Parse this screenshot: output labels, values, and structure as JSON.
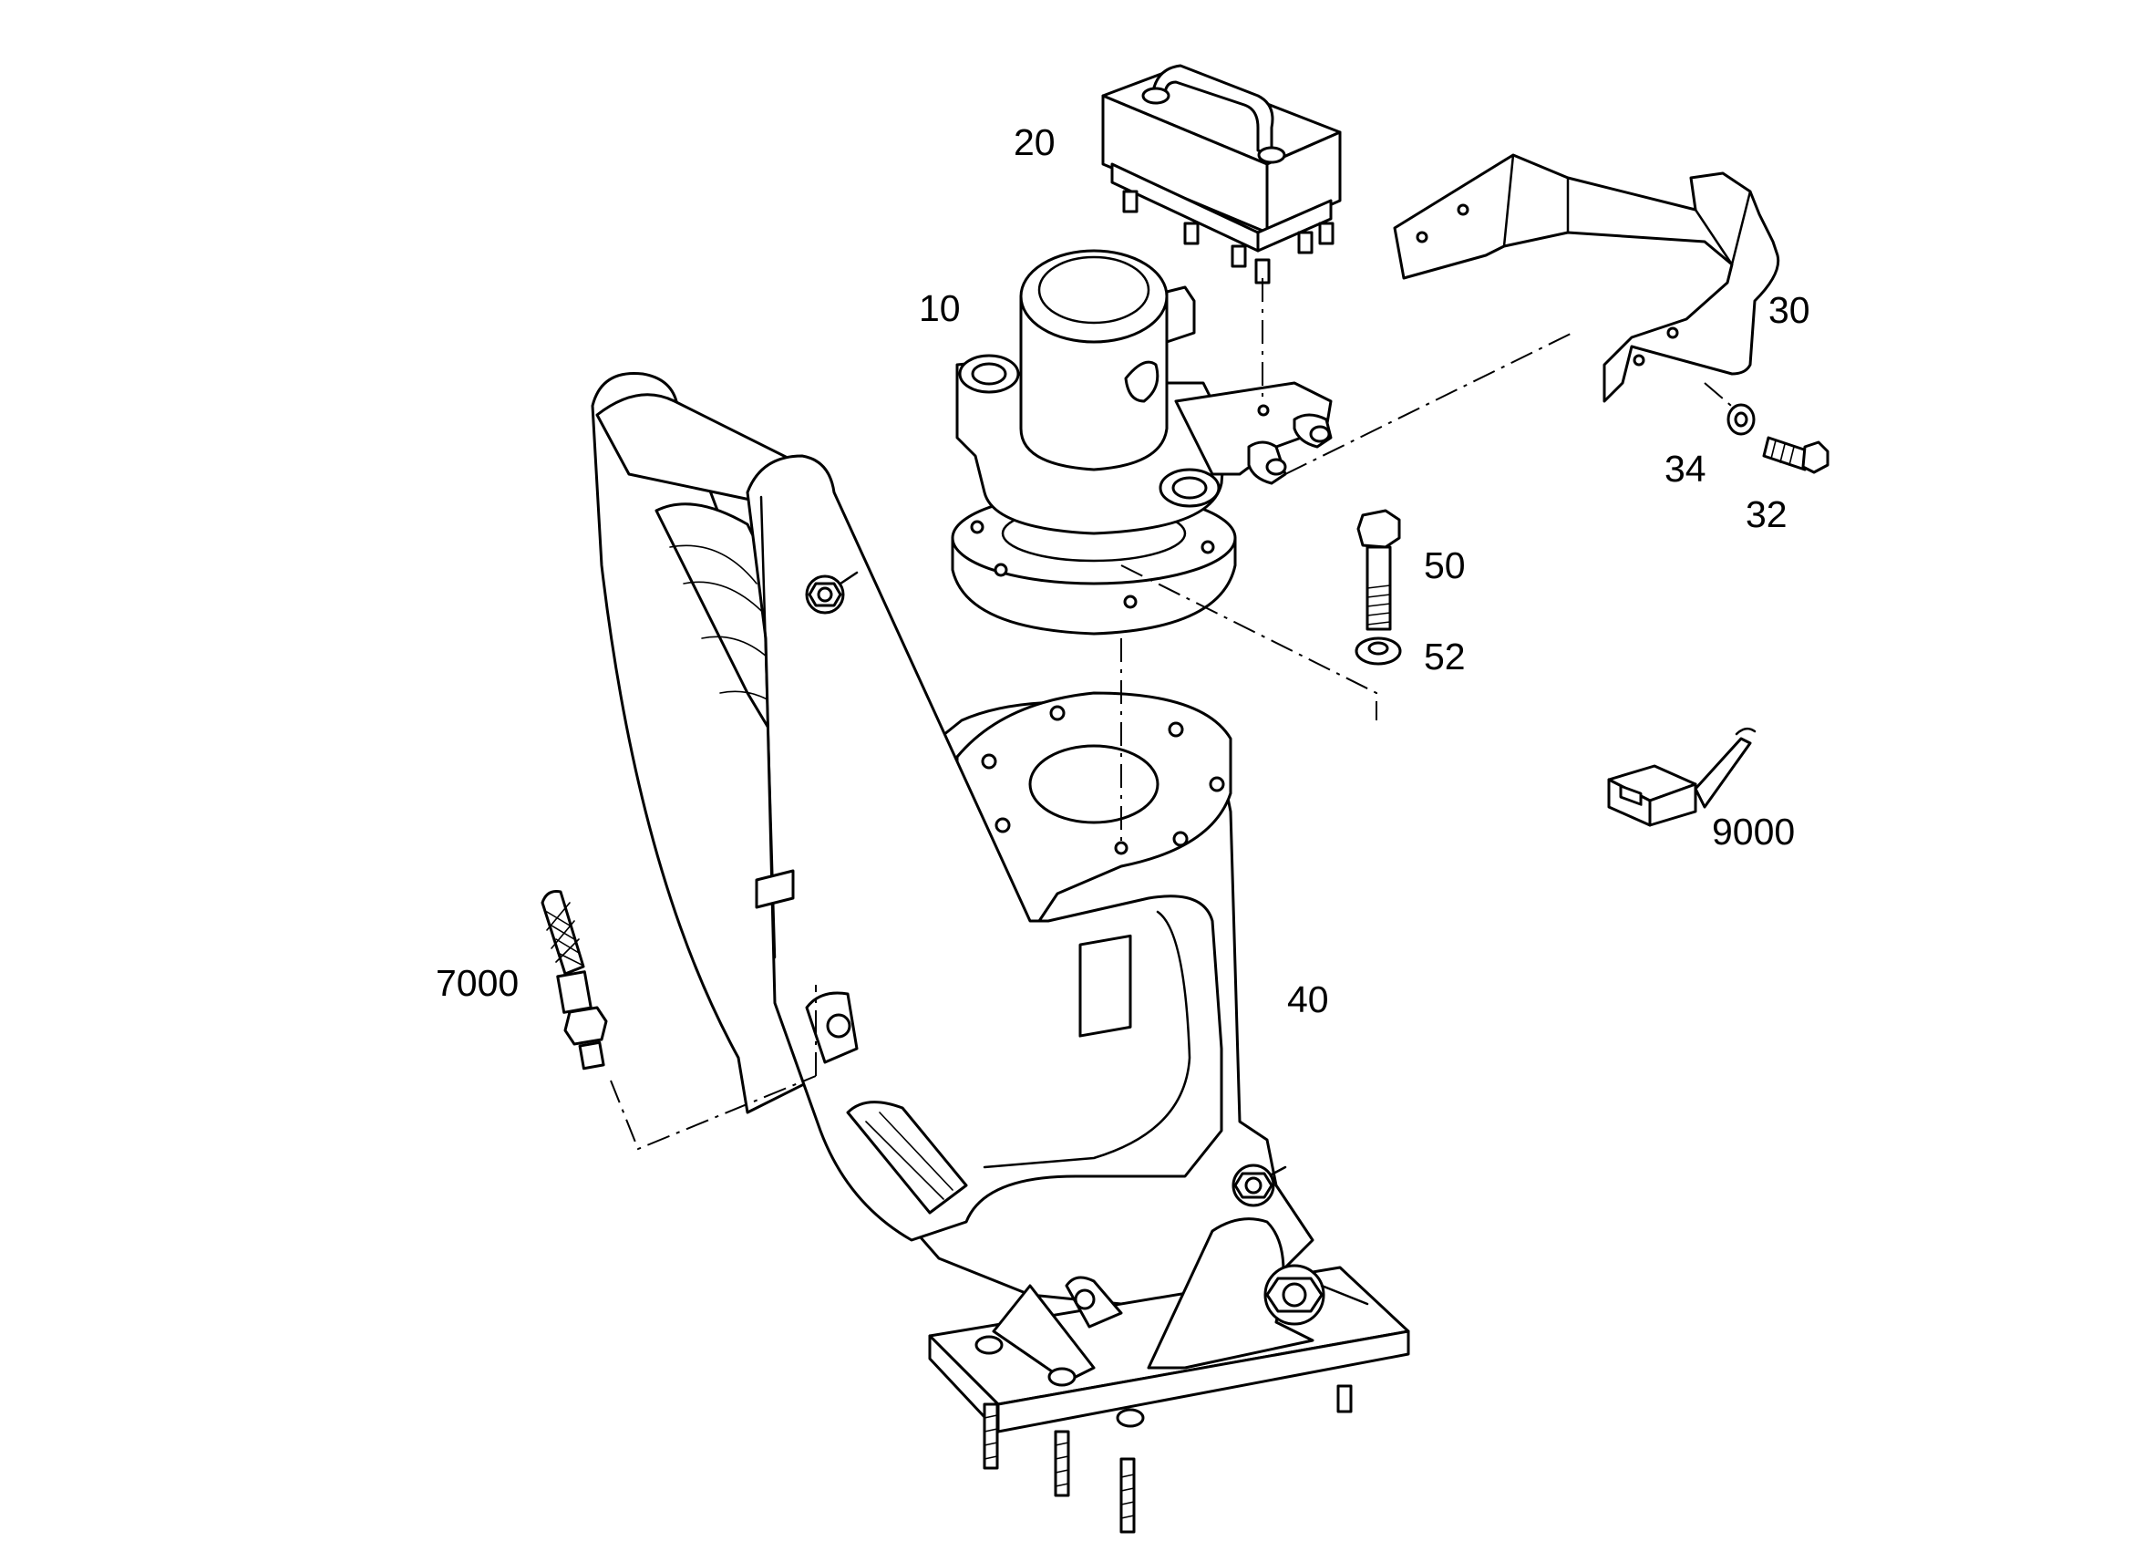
{
  "diagram": {
    "callouts": [
      {
        "id": "10",
        "label": "10"
      },
      {
        "id": "20",
        "label": "20"
      },
      {
        "id": "30",
        "label": "30"
      },
      {
        "id": "32",
        "label": "32"
      },
      {
        "id": "34",
        "label": "34"
      },
      {
        "id": "40",
        "label": "40"
      },
      {
        "id": "50",
        "label": "50"
      },
      {
        "id": "52",
        "label": "52"
      },
      {
        "id": "7000",
        "label": "7000"
      },
      {
        "id": "9000",
        "label": "9000"
      }
    ],
    "colors": {
      "line": "#000000",
      "background": "#ffffff"
    }
  }
}
